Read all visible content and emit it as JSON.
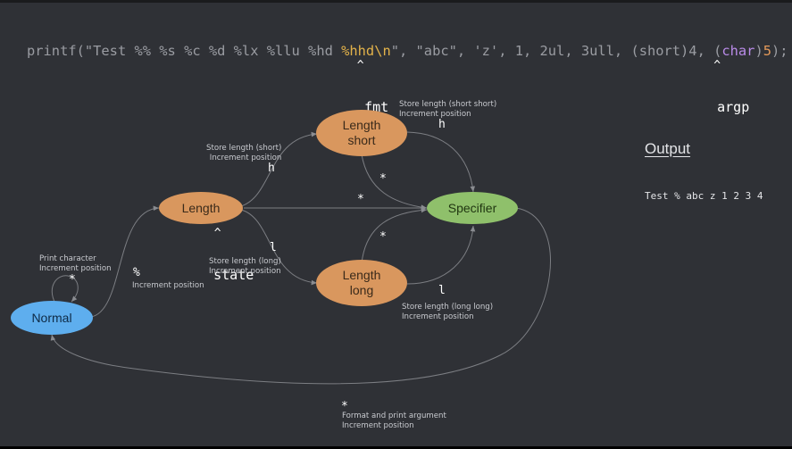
{
  "code": {
    "tokens": [
      {
        "text": "printf(",
        "cls": "tok-fn"
      },
      {
        "text": "\"Test %% %s %c %d %lx %llu %hd ",
        "cls": "tok-str"
      },
      {
        "text": "%hhd\\n",
        "cls": "tok-hl"
      },
      {
        "text": "\", \"abc\", 'z', 1, 2ul, 3ull, (short)4, (",
        "cls": "tok-str"
      },
      {
        "text": "char",
        "cls": "tok-kw"
      },
      {
        "text": ")",
        "cls": "tok-punct"
      },
      {
        "text": "5",
        "cls": "tok-num"
      },
      {
        "text": ");",
        "cls": "tok-punct"
      }
    ]
  },
  "pointers": {
    "fmt": "fmt",
    "argp": "argp",
    "state": "state",
    "hat": "^"
  },
  "nodes": {
    "normal": "Normal",
    "length": "Length",
    "length_short": "Length\nshort",
    "length_long": "Length\nlong",
    "specifier": "Specifier"
  },
  "node_colors": {
    "normal": "#5eaeee",
    "length": "#d9975e",
    "specifier": "#8fc06b"
  },
  "transitions": {
    "self_loop_symbol": "*",
    "self_loop_note": "Print character\nIncrement position",
    "percent_symbol": "%",
    "percent_note": "Increment position",
    "h_symbol": "h",
    "h_note": "Store length (short)\nIncrement position",
    "hh_symbol": "h",
    "hh_note": "Store length (short short)\nIncrement position",
    "l_symbol": "l",
    "l_note": "Store length (long)\nIncrement position",
    "ll_symbol": "l",
    "ll_note": "Store length (long long)\nIncrement position",
    "star_direct": "*",
    "star_short": "*",
    "star_long": "*",
    "back_symbol": "*",
    "back_note": "Format and print argument\nIncrement position"
  },
  "output": {
    "title": "Output",
    "text": "Test % abc z 1 2 3 4"
  }
}
